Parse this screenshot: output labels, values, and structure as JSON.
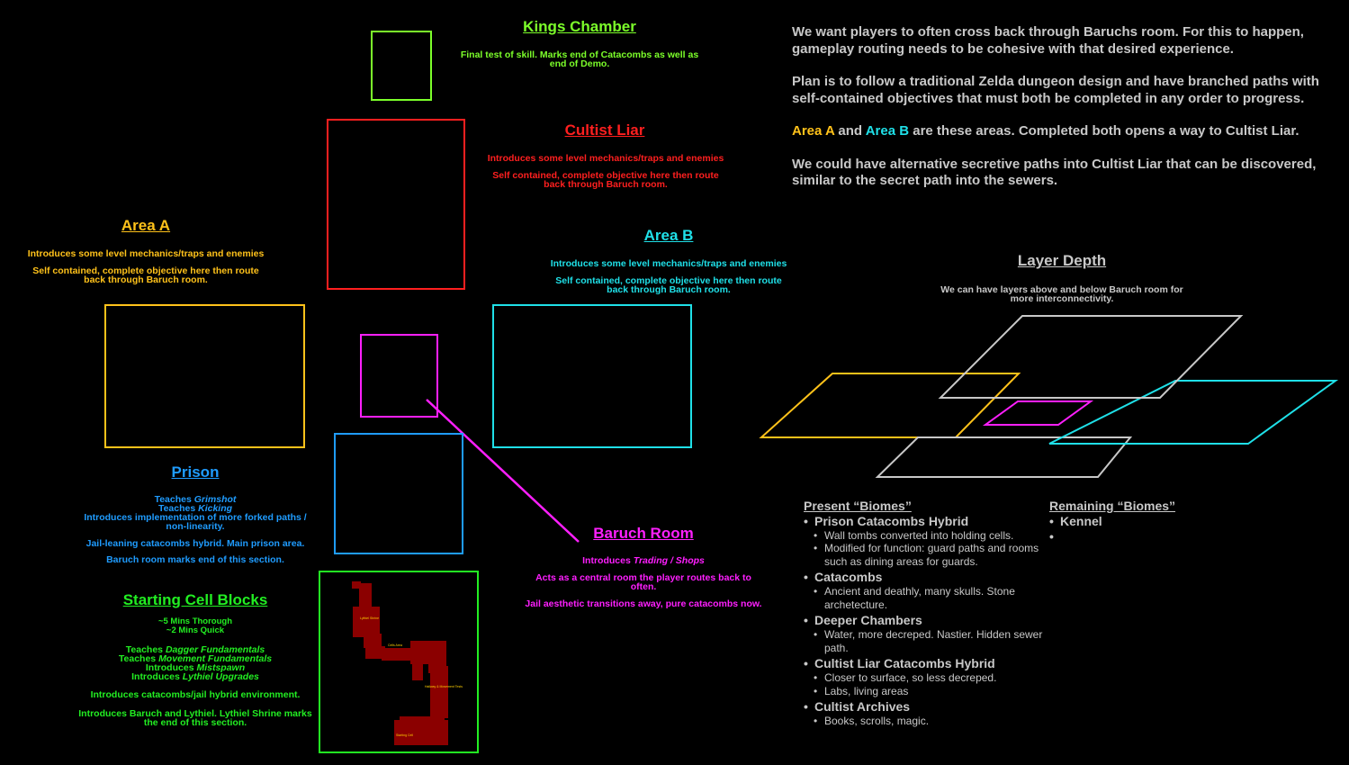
{
  "colors": {
    "kings": "#7cff2a",
    "cultist": "#ff1f1f",
    "areaA": "#ffc21a",
    "areaB": "#1fe0e8",
    "prison": "#1f9cff",
    "baruch": "#ff1fff",
    "starting": "#22ee22",
    "gray": "#c8c8c8"
  },
  "kings_chamber": {
    "title": "Kings Chamber",
    "desc": "Final test of skill. Marks end of Catacombs as well as end of Demo."
  },
  "cultist_liar": {
    "title": "Cultist Liar",
    "line1": "Introduces some level mechanics/traps and enemies",
    "line2": "Self contained, complete objective here then route back through Baruch room."
  },
  "area_a": {
    "title": "Area A",
    "line1": "Introduces some level mechanics/traps and enemies",
    "line2": "Self contained, complete objective here then route back through Baruch room."
  },
  "area_b": {
    "title": "Area B",
    "line1": "Introduces some level mechanics/traps and enemies",
    "line2": "Self contained, complete objective here then route back through Baruch room."
  },
  "prison": {
    "title": "Prison",
    "teaches1_pre": "Teaches ",
    "teaches1_em": "Grimshot",
    "teaches2_pre": "Teaches ",
    "teaches2_em": "Kicking",
    "line3": "Introduces implementation of more forked paths / non-linearity.",
    "line4": "Jail-leaning catacombs hybrid. Main prison area.",
    "line5": "Baruch room marks end of this section."
  },
  "baruch_room": {
    "title": "Baruch Room",
    "intro_pre": "Introduces ",
    "intro_em": "Trading / Shops",
    "line2": "Acts as a central room the player routes back to often.",
    "line3": "Jail aesthetic transitions away, pure catacombs now."
  },
  "starting_cells": {
    "title": "Starting Cell Blocks",
    "time1": "~5 Mins Thorough",
    "time2": "~2 Mins Quick",
    "t1_pre": "Teaches ",
    "t1_em": "Dagger Fundamentals",
    "t2_pre": "Teaches ",
    "t2_em": "Movement Fundamentals",
    "t3_pre": "Introduces ",
    "t3_em": "Mistspawn",
    "t4_pre": "Introduces ",
    "t4_em": "Lythiel Upgrades",
    "line5": "Introduces catacombs/jail hybrid environment.",
    "line6": "Introduces Baruch and Lythiel. Lythiel Shrine marks the end of this section."
  },
  "plan": {
    "p1": "We want players to often cross back through Baruchs room. For this to happen, gameplay routing needs to be cohesive with that desired experience.",
    "p2": "Plan is to follow a traditional Zelda dungeon design and have branched paths with self-contained objectives that must both be completed in any order to progress.",
    "p3_a": "Area A",
    "p3_and": " and ",
    "p3_b": "Area B",
    "p3_rest": " are these areas. Completed both opens a way to Cultist Liar.",
    "p4": "We could have alternative secretive paths into Cultist Liar that can be discovered, similar to the secret path into the sewers."
  },
  "layer_depth": {
    "title": "Layer Depth",
    "desc": "We can have layers above and below Baruch room for more interconnectivity."
  },
  "present_biomes": {
    "header": "Present “Biomes”",
    "groups": [
      {
        "name": "Prison Catacombs Hybrid",
        "items": [
          "Wall tombs converted into holding cells.",
          "Modified for function: guard paths and rooms such as dining areas for guards."
        ]
      },
      {
        "name": "Catacombs",
        "items": [
          "Ancient and deathly, many skulls. Stone archetecture."
        ]
      },
      {
        "name": "Deeper Chambers",
        "items": [
          "Water, more decreped. Nastier. Hidden sewer path."
        ]
      },
      {
        "name": "Cultist Liar Catacombs Hybrid",
        "items": [
          "Closer to surface, so less decreped.",
          "Labs, living areas"
        ]
      },
      {
        "name": "Cultist Archives",
        "items": [
          "Books, scrolls, magic."
        ]
      }
    ]
  },
  "remaining_biomes": {
    "header": "Remaining “Biomes”",
    "items": [
      "Kennel",
      ""
    ]
  },
  "map_labels": [
    "Lythiel Shrine",
    "Cells Area",
    "Hallway & Movement Tests",
    "Starting Cell"
  ]
}
